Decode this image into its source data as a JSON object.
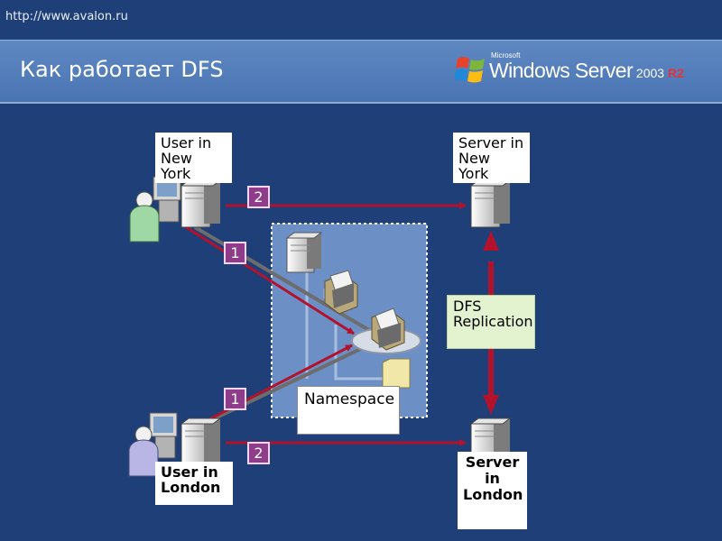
{
  "header": {
    "url": "http://www.avalon.ru",
    "title": "Как работает DFS",
    "logo": {
      "microsoft": "Microsoft",
      "product": "Windows Server",
      "version": " 2003 ",
      "edition": "R2"
    }
  },
  "diagram": {
    "nodes": {
      "user_new_york": "User in New York",
      "server_new_york": "Server in New York",
      "user_london": "User in London",
      "server_london": "Server in London",
      "namespace": "Namespace",
      "replication": "DFS Replication"
    },
    "steps": {
      "ny_to_namespace": "1",
      "ny_to_server": "2",
      "london_to_namespace": "1",
      "london_to_server": "2"
    }
  },
  "colors": {
    "background": "#1f3f78",
    "title_bar": "#5a84bf",
    "arrow": "#b3122d",
    "badge": "#8f3c8a",
    "namespace_panel": "#6c8fc6",
    "replication_label": "#e3f2cf"
  }
}
